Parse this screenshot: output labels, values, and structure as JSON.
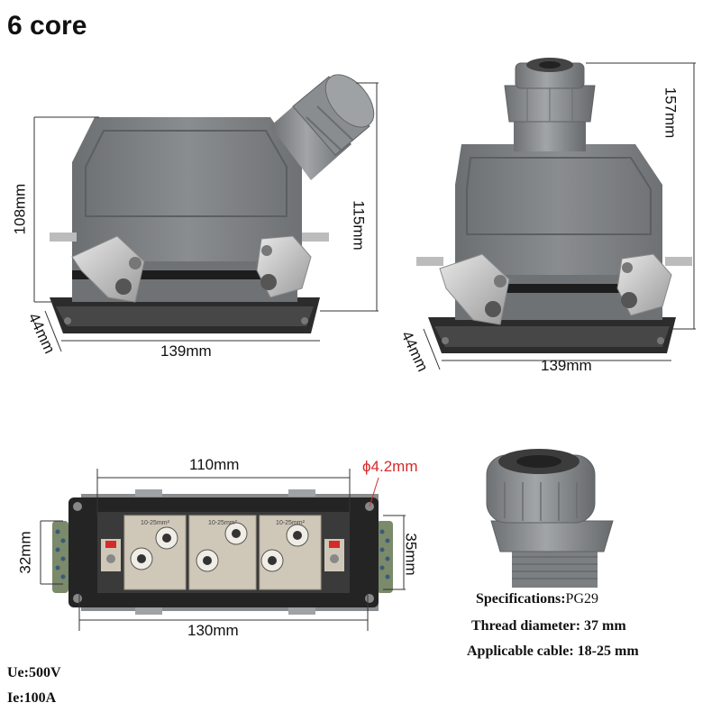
{
  "title": "6 core",
  "left_view": {
    "height": "108mm",
    "height_total": "115mm",
    "depth": "44mm",
    "width": "139mm"
  },
  "right_view": {
    "height_total": "157mm",
    "depth": "44mm",
    "width": "139mm"
  },
  "bottom_view": {
    "inner_width": "110mm",
    "hole_diameter": "ϕ4.2mm",
    "outer_width": "130mm",
    "left_height": "32mm",
    "right_height": "35mm"
  },
  "gland_specs": {
    "spec_label": "Specifications:",
    "spec_value": "PG29",
    "thread_label": "Thread diameter:",
    "thread_value": "37 mm",
    "cable_label": "Applicable cable:",
    "cable_value": "18-25 mm"
  },
  "ratings": {
    "voltage": "Ue:500V",
    "current": "Ie:100A"
  },
  "colors": {
    "housing": "#7a7d7e",
    "housing_dark": "#5e6163",
    "base": "#2c2c2c",
    "accent_red": "#d62a2a",
    "insert": "#cfc8b8"
  },
  "module_labels": [
    "10-25mm²",
    "10-25mm²",
    "10-25mm²"
  ]
}
